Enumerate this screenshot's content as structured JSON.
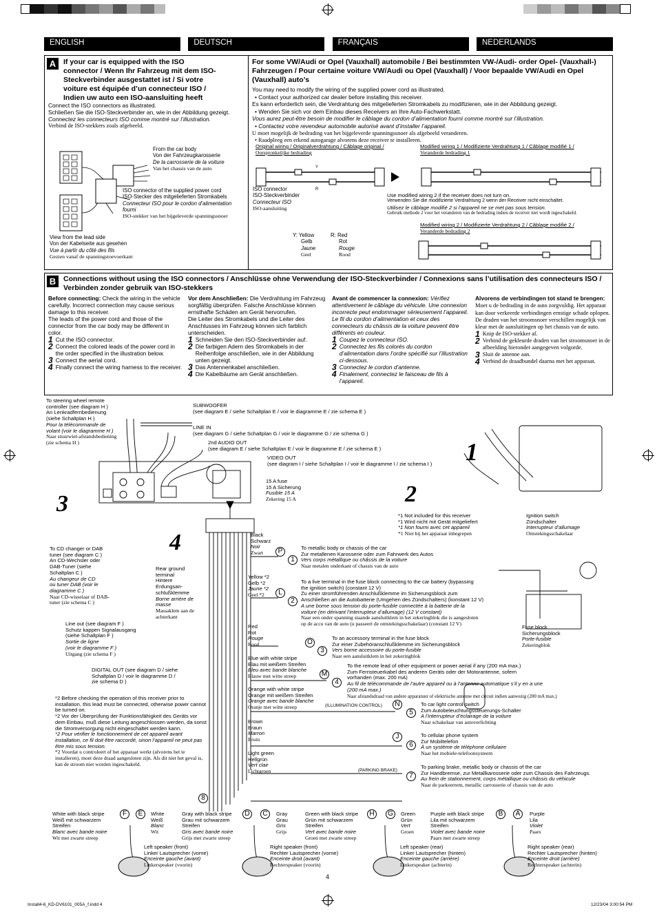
{
  "colors": {
    "bar_dark": "#111111",
    "bar_gray1": "#555555",
    "bar_gray2": "#888888",
    "bar_gray3": "#bbbbbb",
    "tab_bg": "#000000"
  },
  "tabs": [
    "ENGLISH",
    "DEUTSCH",
    "FRANÇAIS",
    "NEDERLANDS"
  ],
  "secA": {
    "letter": "A",
    "title": [
      "If your car is equipped with the ISO",
      "connector / Wenn Ihr Fahrzeug mit dem ISO-",
      "Steckverbinder ausgestattet ist / Si votre",
      "voiture est équipée d’un connecteur ISO /",
      "Indien uw auto een ISO-aansluiting heeft"
    ],
    "bullets": [
      "Connect the ISO connectors as illustrated.",
      "Schließen Sie die ISO-Steckverbinder an, wie in der Abbildung gezeigt.",
      "Connectez les connecteurs ISO comme montré sur l’illustration.",
      "Verbind de ISO-stekkers zoals afgebeeld."
    ],
    "from_car": [
      "From the car body",
      "Von der Fahrzeugkarosserie",
      "De la carrosserie de la voiture",
      "Van het chassis van de auto"
    ],
    "iso_supplied": [
      "ISO connector of the supplied power cord",
      "ISO-Stecker des mitgelieferten Stromkabels",
      "Connecteur ISO pour le cordon d’alimentation fourni",
      "ISO-stekker van het bijgeleverde spanningssnoer"
    ],
    "view_from": [
      "View from the lead side",
      "Von der Kabelseite aus gesehen",
      "Vue à partir du côté des fils",
      "Gezien vanaf de spanningstoevoerkant"
    ],
    "vw_title": "For some VW/Audi or Opel (Vauxhall) automobile / Bei bestimmten VW-/Audi- order Opel- (Vauxhall-) Fahrzeugen / Pour certaine voiture VW/Audi ou Opel (Vauxhall) / Voor bepaalde VW/Audi en Opel (Vauxhall) auto’s",
    "vw_text": [
      "You may need to modify the wiring of the supplied power cord as illustrated.",
      "• Contact your authorized car dealer before installing this receiver.",
      "Es kann erforderlich sein, die Verdrahtung des mitgelieferten Stromkabels zu modifizieren, wie in der Abbildung gezeigt.",
      "• Wenden Sie sich vor dem Einbau dieses Receivers an Ihre Auto-Fachwerkstatt.",
      "Vous aurez peut-être besoin de modifier le câblage du cordon d’alimentation fourni comme montré sur l’illustration.",
      "• Contactez votre revendeur automobile autorisé avant d’installer l’appareil.",
      "U moet mogelijk de bedrading van het bijgeleverde spanningssnoer als afgebeeld veranderen.",
      "• Raadpleeg een erkend autogarage alvorens deze receiver te installeren."
    ],
    "original_wiring": [
      "Original wiring / Originalverdrahtung / Câblage original /",
      "Oorspronkelijke bedrading"
    ],
    "modified1": [
      "Modified wiring 1 / Modifizierte Verdrahtung 1 / Câblage modifié 1 /",
      "Veranderde bedrading 1"
    ],
    "iso_conn": [
      "ISO connector",
      "ISO-Steckverbinder",
      "Connecteur ISO",
      "ISO-aansluiting"
    ],
    "use_mod2": [
      "Use modified wiring 2 if the receiver does not turn on.",
      "Verwenden Sie die modifizierte Verdrahtung 2 wenn der Receiver nicht einschaltet.",
      "Utilisez le câblage modifié 2 si l’appareil ne se met pas sous tension.",
      "Gebruik methode 2 voor het veranderen van de bedrading indien de receiver niet wordt ingeschakeld."
    ],
    "modified2": [
      "Modified wiring 2 / Modifizierte Verdrahtung 2 / Câblage modifié 2 /",
      "Veranderde bedrading 2"
    ],
    "yellow": [
      "Y: Yellow",
      "Gelb",
      "Jaune",
      "Geel"
    ],
    "red": [
      "R: Red",
      "Rot",
      "Rouge",
      "Rood"
    ]
  },
  "secB": {
    "letter": "B",
    "title": "Connections without using the ISO connectors / Anschlüsse ohne Verwendung der ISO-Steckverbinder / Connexions sans l’utilisation des connecteurs ISO / Verbinden zonder gebruik van ISO-stekkers",
    "en": {
      "lead": "Before connecting:",
      "intro": "Check the wiring in the vehicle carefully. Incorrect connection may cause serious damage to this receiver.",
      "intro2": "The leads of the power cord and those of the connector from the car body may be different in color.",
      "steps": [
        "Cut the ISO connector.",
        "Connect the colored leads of the power cord in the order specified in the illustration below.",
        "Connect the aerial cord.",
        "Finally connect the wiring harness to the receiver."
      ]
    },
    "de": {
      "lead": "Vor dem Anschließen:",
      "intro": "Die Verdrahtung im Fahrzeug sorgfältig überprüfen. Falsche Anschlüsse können ernsthafte Schäden am Gerät hervorrufen.",
      "intro2": "Die Leiter des Stromkabels und die Leiter des Anschlusses im Fahrzeug können sich farblich unterscheiden.",
      "steps": [
        "Schneiden Sie den ISO-Steckverbinder auf.",
        "Die farbigen Adern des Stromkabels in der Reihenfolge anschließen, wie in der Abbildung unten gezeigt.",
        "Das Antennenkabel anschließen.",
        "Die Kabelbäume am Gerät anschließen."
      ]
    },
    "fr": {
      "lead": "Avant de commencer la connexion:",
      "intro": "Vérifiez attentivement le câblage du véhicule. Une connexion incorrecte peut endommager sérieusement l’appareil.",
      "intro2": "Le fil du cordon d’alimentation et ceux des connecteurs du châssis de la voiture peuvent être différents en couleur.",
      "steps": [
        "Coupez le connecteur ISO.",
        "Connectez les fils colorés du cordon d’alimentation dans l’ordre spécifié sur l’illustration ci-dessous.",
        "Connectez le cordon d’antenne.",
        "Finalement, connectez le faisceau de fils à l’appareil."
      ]
    },
    "nl": {
      "lead": "Alvorens de verbindingen tot stand te brengen:",
      "intro": "Moet u de bedrading in de auto zorgvuldig. Het apparaat kan door verkeerde verbindingen ernstige schade oplopen.",
      "intro2": "De draden van het stroomsnoer verschillen mogelijk van kleur met de aansluitingen op het chassis van de auto.",
      "steps": [
        "Knip de ISO-stekker af.",
        "Verbind de gekleurde draden van het stroomsnoer in de afbeelding hieronder aangegeven volgorde.",
        "Sluit de antenne aan.",
        "Verbind de draadbundel daarna met het apparaat."
      ]
    }
  },
  "diagram": {
    "steering": [
      "To steering wheel remote",
      "controller (see diagram H )",
      "An Lenkradfernbedienung",
      "(siehe Schaltplan H )",
      "Pour la télécommande de",
      "volant (voir le diagramme H )",
      "Naar stuurwiel-afstandsbediening",
      "(zie schema H )"
    ],
    "subwoofer": [
      "SUBWOOFER",
      "(see diagram E / siehe Schaltplan E / voir le diagramme E / zie schema E )"
    ],
    "linein": [
      "LINE IN",
      "(see diagram G / siehe Schaltplan G / voir le diagramme G / zie schema G )"
    ],
    "audio2": [
      "2nd AUDIO OUT",
      "(see diagram E / siehe Schaltplan E / voir le diagramme E / zie schema E )"
    ],
    "video": [
      "VIDEO OUT",
      "(see diagram I / siehe Schaltplan I / voir le diagramme I / zie schema I )"
    ],
    "fuse": [
      "15 A fuse",
      "15 A Sicherung",
      "Fusible 15 A",
      "Zekering 15 A"
    ],
    "cd": [
      "To CD changer or DAB",
      "tuner (see diagram C )",
      "An CD-Wechsler oder",
      "DAB-Tuner (siehe",
      "Schaltplan C )",
      "Au changeur de CD",
      "ou tuner DAB (voir le",
      "diagramme C )",
      "Naar CD-wisselaar of DAB-",
      "tuner (zie schema C )"
    ],
    "rear_ground": [
      "Rear ground",
      "terminal",
      "Hintere",
      "Erdungsan-",
      "schlußklemme",
      "Borne arrière de",
      "masse",
      "Massaklem aan de",
      "achterkant"
    ],
    "lineout": [
      "Line out (see diagram F )",
      "Schutz kappen Signalausgang",
      "(siehe Schaltplan F )",
      "Sortie de ligne",
      "(voir le diagramme F )",
      "Uitgang (zie schema F )"
    ],
    "digital": [
      "DIGITAL OUT (see diagram D / siehe",
      "Schaltplan D / voir le diagramme D /",
      "zie schema D )"
    ],
    "notes_star1": [
      "*1 Not included for this receiver",
      "*1 Wird nicht mit Gerät mitgeliefert",
      "*1 Non fourni avec cet appareil",
      "*1 Niet bij het apparaat inbegrepen"
    ],
    "ignition": [
      "Ignition switch",
      "Zündschalter",
      "Interrupteur d’allumage",
      "Ontstekingsschakelaar"
    ],
    "fuseblock": [
      "Fuse block",
      "Sicherungsblock",
      "Porte-fusible",
      "Zekeringblok"
    ],
    "notes_star2": [
      "*2 Before checking the operation of this receiver prior to installation, this lead must be connected, otherwise power cannot be turned on.",
      "*2 Vor der Überprüfung der Funktionsfähigkeit des Geräts vor dem Einbau, muß diese Leitung angeschlossen werden, da sonst die Stromversorgung nicht eingeschaltet werden kann.",
      "*2 Pour vérifier le fonctionnement de cet appareil avant installation, ce fil doit être raccordé, sinon l’appareil ne peut pas être mis sous tension.",
      "*2 Voordat u controleert of het apparaat werkt (alvorens het te installeren), moet deze draad aangesloten zijn. Als dit niet het geval is, kan de stroom niet worden ingeschakeld."
    ],
    "wires": [
      {
        "c": [
          "Black",
          "Schwarz",
          "Noir",
          "Zwart"
        ],
        "letter": "P",
        "num": "1",
        "d": [
          "To metallic body or chassis of the car",
          "Zur metallenen Karosserie oder zum Fahrwerk des Autos",
          "Vers corps métallique ou châssis de la voiture",
          "Naar metalen onderkant of chassis van de auto"
        ]
      },
      {
        "c": [
          "Yellow *2",
          "Gelb *2",
          "Jaune *2",
          "Geel *2"
        ],
        "letter": "L",
        "num": "2",
        "d": [
          "To a live terminal in the fuse block connecting to the car battery (bypassing",
          "the ignition switch) (constant 12 V)",
          "Zu einer stromführenden Anschlußklemme im Sicherungsblock zum",
          "Anschließen an die Autobatterie (Umgehen des Zündschalters) (konstant 12 V)",
          "A une borne sous tension du porte-fusible connectée à la batterie de la",
          "voiture (en dérivant l’interrupteur d’allumage) (12 V constant)",
          "Naar een onder spanning staande aansluitklem in het zekeringblok die is aangesloten",
          "op de accu van de auto (u passeert de ontstekingsschakelaar) (constant 12 V)"
        ]
      },
      {
        "c": [
          "Red",
          "Rot",
          "Rouge",
          "Rood"
        ],
        "letter": "O",
        "num": "3",
        "d": [
          "To an accessory terminal in the fuse block",
          "Zur einer Zubehöranschlußklemme im Sicherungsblock",
          "Vers borne accessoire du porte-fusible",
          "Naar een aansluitklem in het zekeringblok"
        ]
      },
      {
        "c": [
          "Blue with white stripe",
          "Blau mit weißem Streifen",
          "Bleu avec bande blanche",
          "Blauw met witte streep"
        ],
        "letter": "M",
        "num": "4",
        "d": [
          "To the remote lead of other equipment or power aerial if any (200 mA max.)",
          "Zum Fernsteuerkabel des anderen Geräts oder der Motorantenne, sofern",
          "vorhanden (max. 200 mA)",
          "Au fil de télécommande de l’autre appareil ou à l’antenne automatique s’il y en a une",
          "(200 mA max.)",
          "Naar afstandsdraad van andere apparatuur of elektrische antenne met circuit indien aanwezig (200 mA max.)"
        ]
      },
      {
        "c": [
          "Orange with white stripe",
          "Orange mit weißem Streifen",
          "Orange avec bande blanche",
          "Oranje met witte streep"
        ],
        "letter": "N",
        "num": "5",
        "tag": "(ILLUMINATION CONTROL)",
        "d": [
          "To car light control switch",
          "Zum Autobeleuchtungssteuerungs-Schalter",
          "A l’interrupteur d’éclairage de la voiture",
          "Naar schakelaar van autoverlichting"
        ]
      },
      {
        "c": [
          "Brown",
          "Braun",
          "Marron",
          "Bruin"
        ],
        "letter": "J",
        "num": "6",
        "d": [
          "To cellular phone system",
          "Zur Mobiltelefon",
          "À un système de téléphone cellulaire",
          "Naar het mobiele-telefoonsysteem"
        ]
      },
      {
        "c": [
          "Light green",
          "Hellgrün",
          "Vert clair",
          "Lichtgroen"
        ],
        "letter": "",
        "num": "7",
        "tag": "(PARKING BRAKE)",
        "d": [
          "To parking brake, metallic body or chassis of the car",
          "Zur Handbremse, zur Metallkarosserie oder zum Chassis des Fahrzeugs.",
          "Au frein de stationnement, corps métallique ou châssis du véhicule",
          "Naar de parkeerrem, metallic carrosserie of chassis van de auto"
        ]
      }
    ],
    "speakers": [
      {
        "l1": "F",
        "c1": [
          "White with black stripe",
          "Weiß mit schwarzem",
          "Streifen",
          "Blanc avec bande noire",
          "Wit met zwarte streep"
        ],
        "l2": "E",
        "c2": [
          "White",
          "Weiß",
          "Blanc",
          "Wit"
        ],
        "name": [
          "Left speaker (front)",
          "Linker Lautsprecher (vorne)",
          "Enceinte gauche (avant)",
          "Linkerspeaker (voorin)"
        ]
      },
      {
        "l1": "D",
        "c1": [
          "Gray with black stripe",
          "Grau mit schwarzem",
          "Streifen",
          "Gris avec bande noire",
          "Grijs met zwarte streep"
        ],
        "l2": "C",
        "c2": [
          "Gray",
          "Grau",
          "Gris",
          "Grijs"
        ],
        "name": [
          "Right speaker (front)",
          "Rechter Lautsprecher (vorne)",
          "Enceinte droit (avant)",
          "Rechterspeaker (voorin)"
        ]
      },
      {
        "l1": "H",
        "c1": [
          "Green with black stripe",
          "Grün mit schwarzem",
          "Streifen",
          "Vert avec bande noire",
          "Groen met zwarte streep"
        ],
        "l2": "G",
        "c2": [
          "Green",
          "Grün",
          "Vert",
          "Groen"
        ],
        "name": [
          "Left speaker (rear)",
          "Linker Lautsprecher (hinten)",
          "Enceinte gauche (arrière)",
          "Linkerspeaker (achterin)"
        ]
      },
      {
        "l1": "B",
        "c1": [
          "Purple with black stripe",
          "Lila mit schwarzem",
          "Streifen",
          "Violet avec bande noire",
          "Paars met zwarte streep"
        ],
        "l2": "A",
        "c2": [
          "Purple",
          "Lila",
          "Violet",
          "Paars"
        ],
        "name": [
          "Right speaker (rear)",
          "Rechter Lautsprecher (hinten)",
          "Enceinte droit (arrière)",
          "Rechterspeaker (achterin)"
        ]
      }
    ],
    "step_nums": [
      "1",
      "2",
      "3",
      "4",
      "8"
    ]
  },
  "footer": {
    "page": "4",
    "file": "Install4-6_KD-DV6101_005A_f.indd   4",
    "date": "12/23/04   3:00:54 PM"
  }
}
